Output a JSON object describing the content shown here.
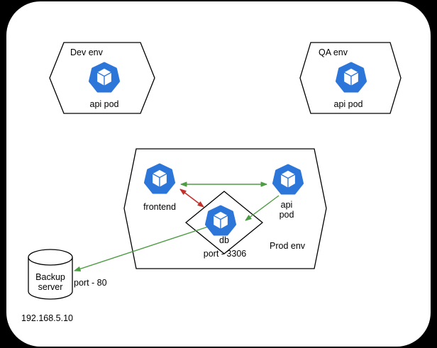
{
  "colors": {
    "pod_blue": "#2D76D9",
    "arrow_green": "#4E9D45",
    "arrow_red": "#C2312B",
    "shape_stroke": "#000000",
    "canvas_bg": "#FFFFFF",
    "frame_bg": "#000000"
  },
  "nodes": {
    "dev_env": {
      "label": "Dev env",
      "pod_label": "api pod"
    },
    "qa_env": {
      "label": "QA env",
      "pod_label": "api pod"
    },
    "prod_env": {
      "label": "Prod env",
      "frontend_label": "frontend",
      "api_pod_line1": "api",
      "api_pod_line2": "pod",
      "db_label": "db",
      "db_port_label": "port - 3306"
    },
    "backup_server": {
      "label_line1": "Backup",
      "label_line2": "server",
      "port_label": "port - 80",
      "ip_address": "192.168.5.10"
    }
  },
  "icons": {
    "pod": "kubernetes-pod-icon"
  },
  "connections": [
    {
      "from": "frontend",
      "to": "api pod",
      "color": "green",
      "bidirectional": true
    },
    {
      "from": "frontend",
      "to": "db",
      "color": "red",
      "bidirectional": true
    },
    {
      "from": "api pod",
      "to": "db",
      "color": "green",
      "bidirectional": false
    },
    {
      "from": "db",
      "to": "backup server",
      "color": "green",
      "bidirectional": false
    }
  ]
}
